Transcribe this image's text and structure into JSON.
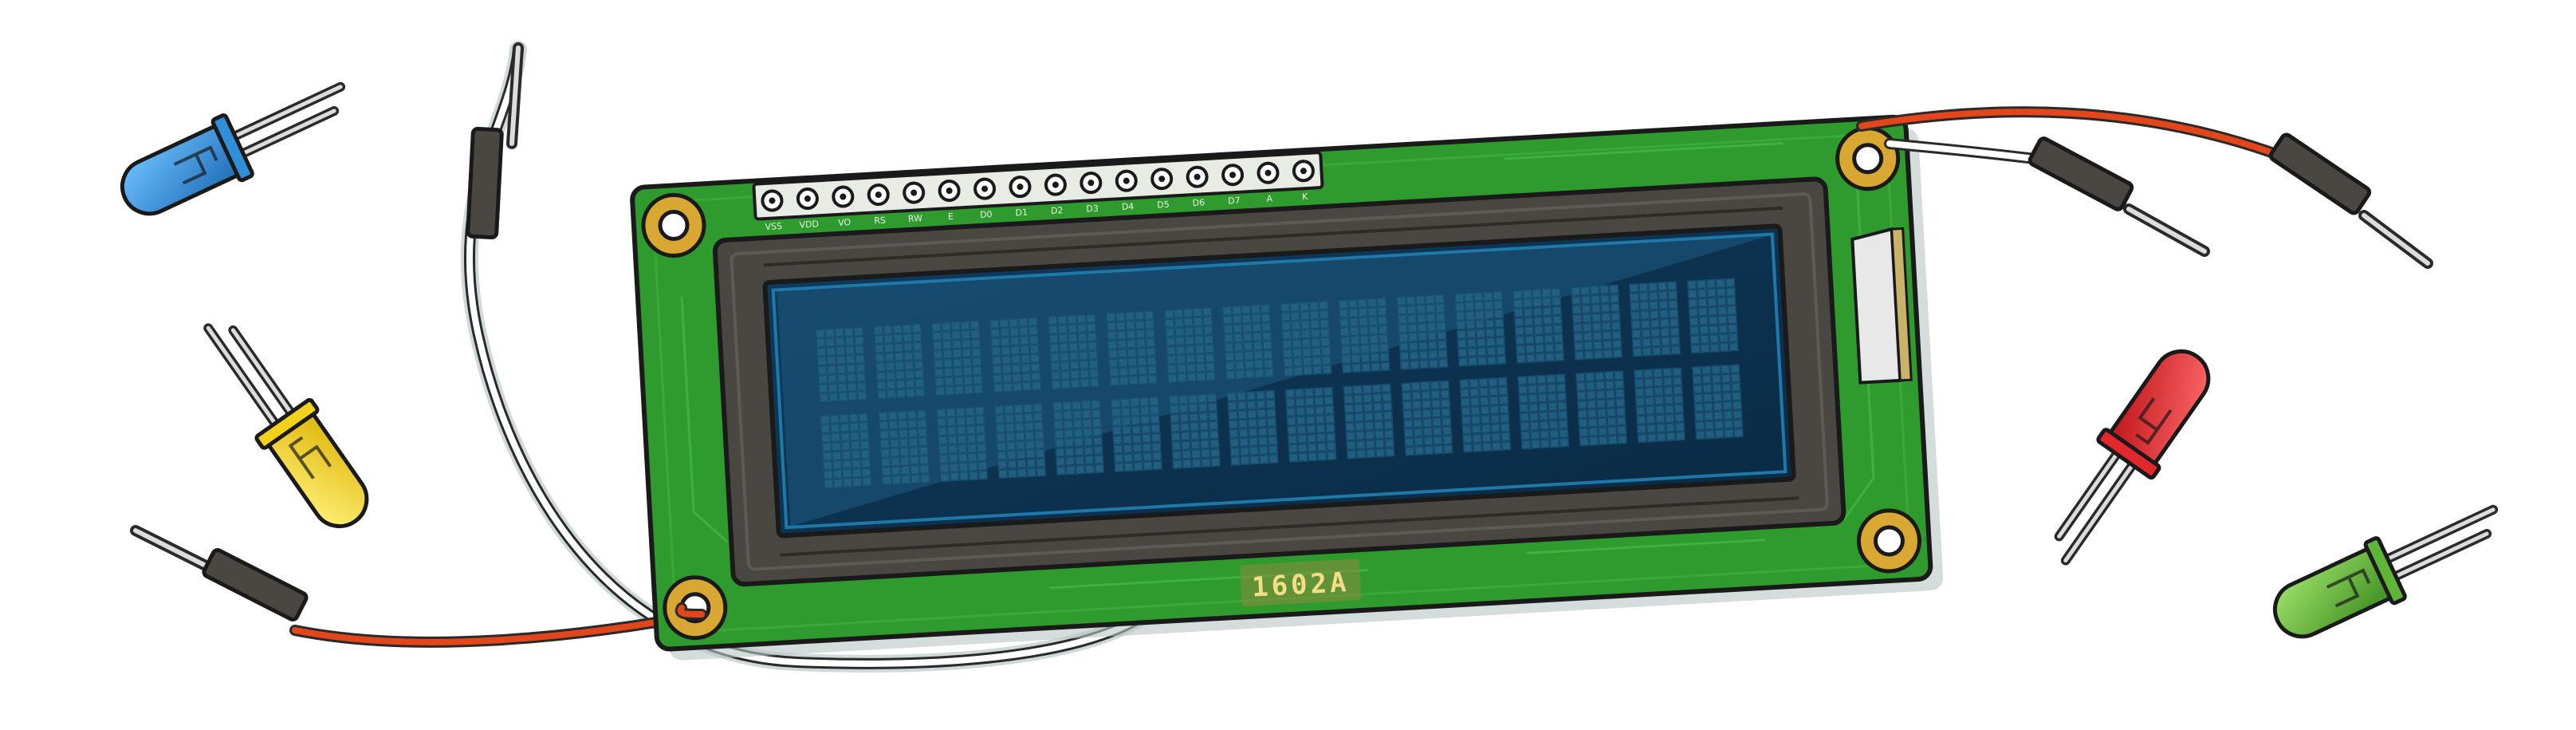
{
  "module": {
    "model_label": "1602A",
    "pin_labels": [
      "VSS",
      "VDD",
      "VO",
      "RS",
      "RW",
      "E",
      "D0",
      "D1",
      "D2",
      "D3",
      "D4",
      "D5",
      "D6",
      "D7",
      "A",
      "K"
    ],
    "display_rows": 2,
    "display_columns": 16
  },
  "leds": [
    {
      "name": "blue",
      "color": "#2f8fd8"
    },
    {
      "name": "yellow",
      "color": "#f2d21b"
    },
    {
      "name": "red",
      "color": "#e2282c"
    },
    {
      "name": "green",
      "color": "#5fb536"
    }
  ],
  "colors": {
    "pcb": "#2f9b2f",
    "pcb_dark": "#1f6f22",
    "bezel": "#4a4743",
    "screen": "#0d3553",
    "screen_glow": "#1f6f9a",
    "mount_ring": "#d9a832",
    "wire_orange": "#e2461a",
    "wire_white": "#ffffff"
  }
}
